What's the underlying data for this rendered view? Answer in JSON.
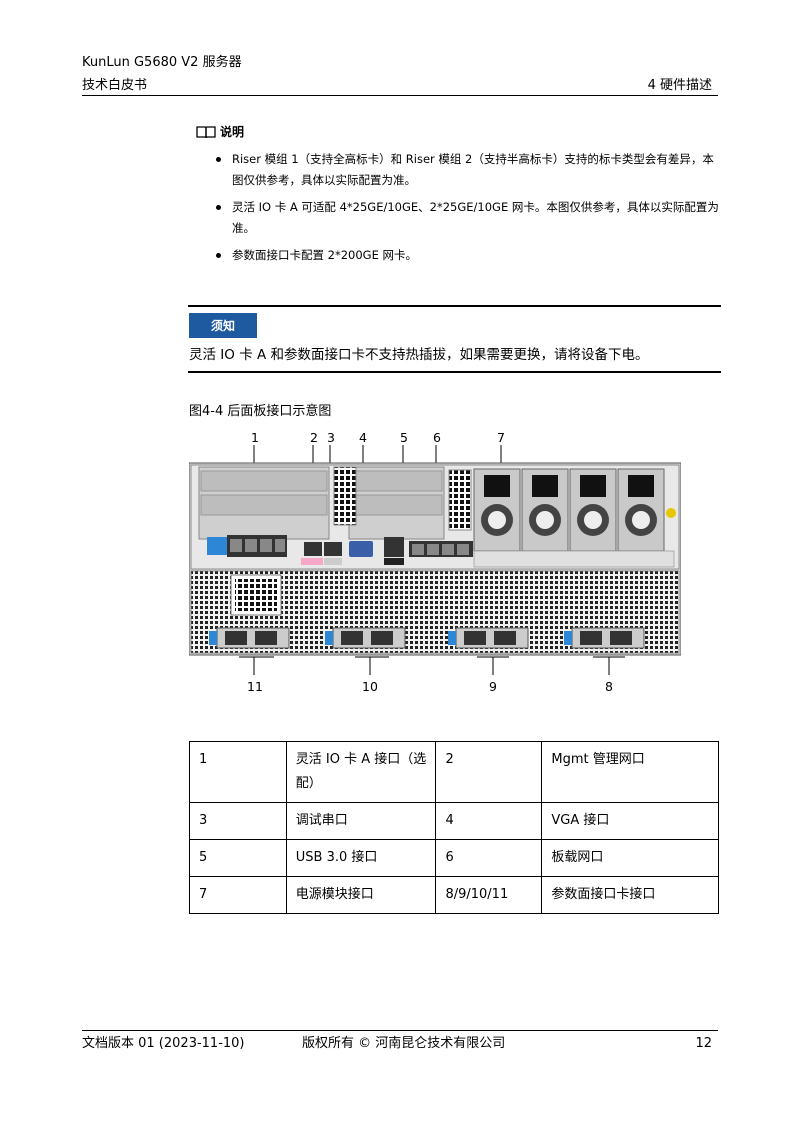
{
  "header": {
    "product": "KunLun G5680 V2 服务器",
    "doc_type": "技术白皮书",
    "chapter": "4 硬件描述"
  },
  "note": {
    "title": "说明",
    "icon": "book-icon",
    "items": [
      "Riser 模组 1（支持全高标卡）和 Riser 模组 2（支持半高标卡）支持的标卡类型会有差异，本图仅供参考，具体以实际配置为准。",
      "灵活 IO 卡 A 可适配 4*25GE/10GE、2*25GE/10GE 网卡。本图仅供参考，具体以实际配置为准。",
      "参数面接口卡配置 2*200GE 网卡。"
    ]
  },
  "notice": {
    "badge": "须知",
    "text": "灵活 IO 卡 A 和参数面接口卡不支持热插拔，如果需要更换，请将设备下电。",
    "badge_color": "#1e5aa0"
  },
  "figure": {
    "caption": "图4-4 后面板接口示意图",
    "callouts_top": [
      "1",
      "2",
      "3",
      "4",
      "5",
      "6",
      "7"
    ],
    "callouts_bottom": [
      "11",
      "10",
      "9",
      "8"
    ]
  },
  "table": {
    "rows": [
      [
        "1",
        "灵活 IO 卡 A 接口（选配）",
        "2",
        "Mgmt 管理网口"
      ],
      [
        "3",
        "调试串口",
        "4",
        "VGA 接口"
      ],
      [
        "5",
        "USB 3.0 接口",
        "6",
        "板载网口"
      ],
      [
        "7",
        "电源模块接口",
        "8/9/10/11",
        "参数面接口卡接口"
      ]
    ]
  },
  "footer": {
    "version": "文档版本 01 (2023-11-10)",
    "copyright": "版权所有 © 河南昆仑技术有限公司",
    "page": "12"
  }
}
